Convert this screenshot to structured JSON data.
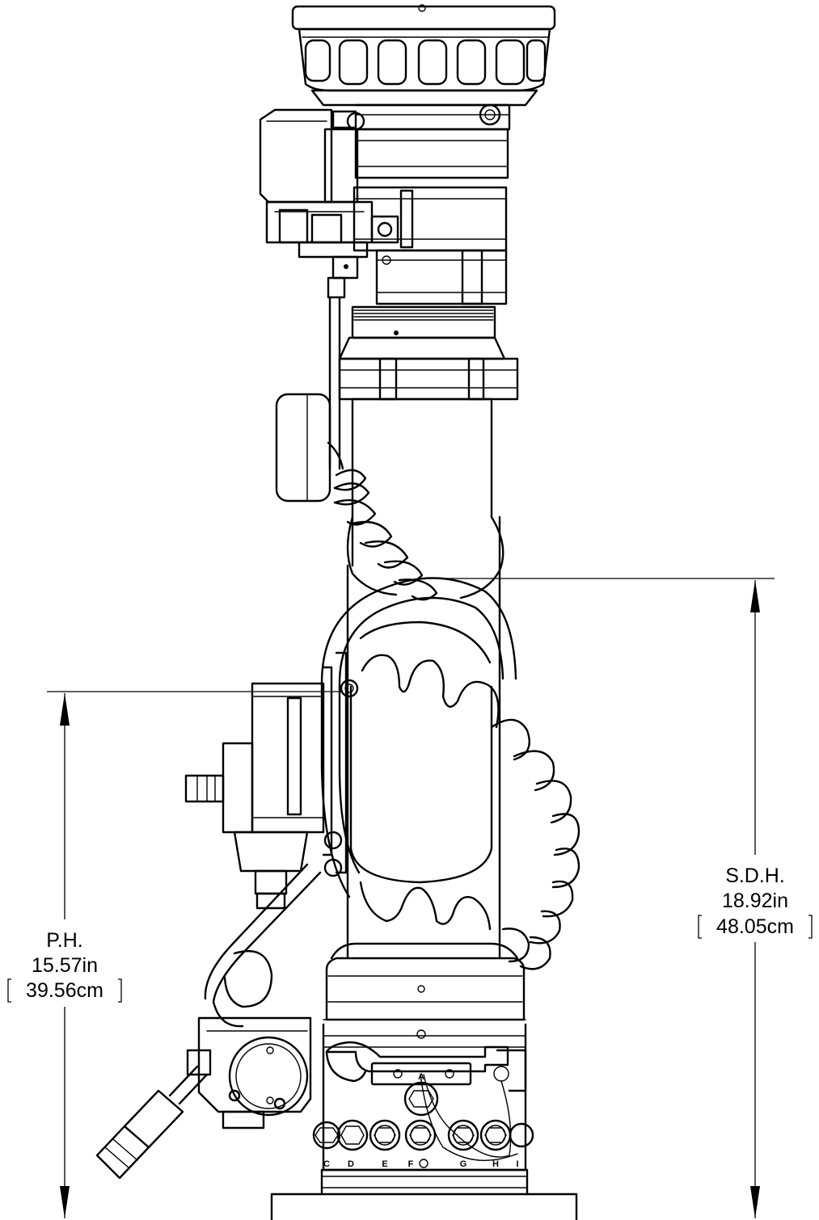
{
  "dimensions": {
    "ph": {
      "label": "P.H.",
      "imperial": "15.57in",
      "metric": "39.56cm"
    },
    "sdh": {
      "label": "S.D.H.",
      "imperial": "18.92in",
      "metric": "48.05cm"
    }
  },
  "port_labels": [
    "C",
    "D",
    "E",
    "F",
    "G",
    "H",
    "I"
  ],
  "top_port_label": "A"
}
